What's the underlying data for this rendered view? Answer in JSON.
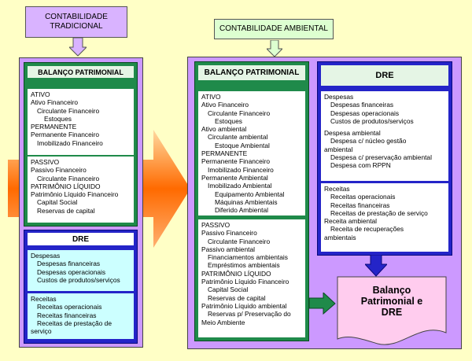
{
  "traditional": {
    "header": "CONTABILIDADE\nTRADICIONAL",
    "balanco": {
      "title": "BALANÇO PATRIMONIAL",
      "assets": [
        {
          "t": "ATIVO",
          "l": 0
        },
        {
          "t": "Ativo Financeiro",
          "l": 0
        },
        {
          "t": "Circulante Financeiro",
          "l": 1
        },
        {
          "t": "Estoques",
          "l": 2
        },
        {
          "t": "PERMANENTE",
          "l": 0
        },
        {
          "t": "Permanente Financeiro",
          "l": 0
        },
        {
          "t": "Imobilizado Financeiro",
          "l": 1
        }
      ],
      "liabilities": [
        {
          "t": "PASSIVO",
          "l": 0
        },
        {
          "t": "Passivo Financeiro",
          "l": 0
        },
        {
          "t": "Circulante Financeiro",
          "l": 1
        },
        {
          "t": "PATRIMÔNIO LÍQUIDO",
          "l": 0
        },
        {
          "t": "Patrimônio Líquido Financeiro",
          "l": 0
        },
        {
          "t": "Capital Social",
          "l": 1
        },
        {
          "t": "Reservas de capital",
          "l": 1
        }
      ]
    },
    "dre": {
      "title": "DRE",
      "expenses": [
        {
          "t": "Despesas",
          "l": 0
        },
        {
          "t": "Despesas financeiras",
          "l": 1
        },
        {
          "t": "Despesas operacionais",
          "l": 1
        },
        {
          "t": "Custos de produtos/serviços",
          "l": 1
        }
      ],
      "revenues": [
        {
          "t": "Receitas",
          "l": 0
        },
        {
          "t": "Receitas operacionais",
          "l": 1
        },
        {
          "t": "Receitas financeiras",
          "l": 1
        },
        {
          "t": "Receitas de prestação de",
          "l": 1
        },
        {
          "t": "serviço",
          "l": 0
        }
      ]
    }
  },
  "environmental": {
    "header": "CONTABILIDADE AMBIENTAL",
    "balanco": {
      "title": "BALANÇO PATRIMONIAL",
      "assets": [
        {
          "t": "ATIVO",
          "l": 0
        },
        {
          "t": "Ativo Financeiro",
          "l": 0
        },
        {
          "t": "Circulante Financeiro",
          "l": 1
        },
        {
          "t": "Estoques",
          "l": 2
        },
        {
          "t": "Ativo ambiental",
          "l": 0
        },
        {
          "t": "Circulante ambiental",
          "l": 1
        },
        {
          "t": "Estoque Ambiental",
          "l": 2
        },
        {
          "t": "PERMANENTE",
          "l": 0
        },
        {
          "t": "Permanente Financeiro",
          "l": 0
        },
        {
          "t": "Imobilizado Financeiro",
          "l": 1
        },
        {
          "t": "Permanente Ambiental",
          "l": 0
        },
        {
          "t": "Imobilizado Ambiental",
          "l": 1
        },
        {
          "t": "Equipamento Ambiental",
          "l": 2
        },
        {
          "t": "Máquinas Ambientais",
          "l": 2
        },
        {
          "t": "Diferido Ambiental",
          "l": 2
        }
      ],
      "liabilities": [
        {
          "t": "PASSIVO",
          "l": 0
        },
        {
          "t": "Passivo Financeiro",
          "l": 0
        },
        {
          "t": "Circulante Financeiro",
          "l": 1
        },
        {
          "t": "Passivo ambiental",
          "l": 0
        },
        {
          "t": "Financiamentos ambientais",
          "l": 1
        },
        {
          "t": "Empréstimos ambientais",
          "l": 1
        },
        {
          "t": "PATRIMÔNIO LÍQUIDO",
          "l": 0
        },
        {
          "t": "Patrimônio Líquido Financeiro",
          "l": 0
        },
        {
          "t": "Capital Social",
          "l": 1
        },
        {
          "t": "Reservas de capital",
          "l": 1
        },
        {
          "t": "Patrimônio Líquido ambiental",
          "l": 0
        },
        {
          "t": "Reservas p/ Preservação do",
          "l": 1
        },
        {
          "t": "Meio Ambiente",
          "l": 0
        }
      ]
    },
    "dre": {
      "title": "DRE",
      "expenses": [
        {
          "t": "Despesas",
          "l": 0
        },
        {
          "t": "Despesas financeiras",
          "l": 1
        },
        {
          "t": "Despesas operacionais",
          "l": 1
        },
        {
          "t": "Custos de produtos/serviços",
          "l": 1
        },
        {
          "t": "",
          "l": -1
        },
        {
          "t": "Despesa ambiental",
          "l": 0
        },
        {
          "t": "Despesa c/ núcleo gestão",
          "l": 1
        },
        {
          "t": "ambiental",
          "l": 0
        },
        {
          "t": "Despesa c/ preservação ambiental",
          "l": 1
        },
        {
          "t": "Despesa com RPPN",
          "l": 1
        }
      ],
      "revenues": [
        {
          "t": "Receitas",
          "l": 0
        },
        {
          "t": "Receitas operacionais",
          "l": 1
        },
        {
          "t": "Receitas financeiras",
          "l": 1
        },
        {
          "t": "Receitas de prestação de serviço",
          "l": 1
        },
        {
          "t": "Receita ambiental",
          "l": 0
        },
        {
          "t": "Receita de recuperações",
          "l": 1
        },
        {
          "t": "ambientais",
          "l": 0
        }
      ]
    },
    "result": "Balanço\nPatrimonial e\nDRE"
  },
  "colors": {
    "background": "#ffffc6",
    "panel": "#cc99ff",
    "green_box": "#1f8a4a",
    "blue_box": "#2424c8",
    "arrow_orange": "#ff6a00",
    "document": "#ffccee"
  }
}
